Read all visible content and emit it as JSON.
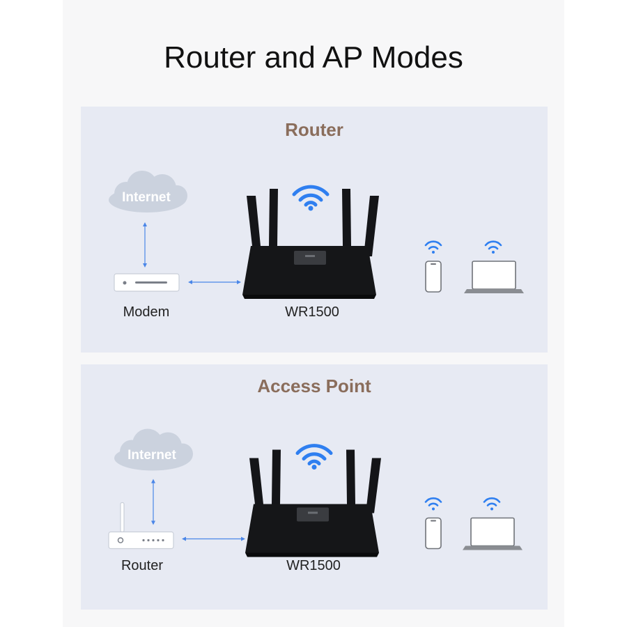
{
  "page": {
    "title": "Router and AP Modes"
  },
  "router_mode": {
    "heading": "Router",
    "internet_label": "Internet",
    "source_device_label": "Modem",
    "main_device_label": "WR1500"
  },
  "ap_mode": {
    "heading": "Access Point",
    "internet_label": "Internet",
    "source_device_label": "Router",
    "main_device_label": "WR1500"
  },
  "colors": {
    "panel_background": "#e7eaf3",
    "heading": "#8a6d5b",
    "wifi": "#2f7ff0",
    "cloud": "#cbd2de",
    "router_body": "#151618"
  },
  "icons": [
    "internet-cloud-icon",
    "modem-icon",
    "wifi-icon",
    "router-icon",
    "smartphone-icon",
    "laptop-icon"
  ]
}
